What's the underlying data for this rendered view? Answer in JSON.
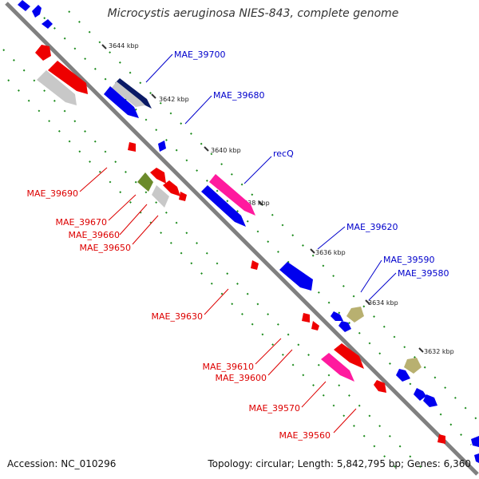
{
  "title": "Microcystis aeruginosa NIES-843, complete genome",
  "accession": "Accession: NC_010296",
  "summary": "Topology: circular; Length: 5,842,795 bp; Genes: 6,360",
  "colors": {
    "backbone": "#808080",
    "tick": "#1a8a1a",
    "forward_label": "#0000cc",
    "reverse_label": "#dd0000",
    "forward_gene": "#0000ee",
    "reverse_gene": "#ee0000",
    "rna": "#ff1a9e",
    "pseudo": "#c8c8c8",
    "navy": "#0a1a66",
    "olive": "#6b8a2a",
    "khaki": "#b8b070"
  },
  "scale_labels": [
    "3644 kbp",
    "3642 kbp",
    "3640 kbp",
    "3638 kbp",
    "3636 kbp",
    "3634 kbp",
    "3632 kbp"
  ],
  "forward_labels": [
    "MAE_39700",
    "MAE_39680",
    "recQ",
    "MAE_39620",
    "MAE_39590",
    "MAE_39580"
  ],
  "reverse_labels": [
    "MAE_39690",
    "MAE_39670",
    "MAE_39660",
    "MAE_39650",
    "MAE_39630",
    "MAE_39610",
    "MAE_39600",
    "MAE_39570",
    "MAE_39560"
  ]
}
